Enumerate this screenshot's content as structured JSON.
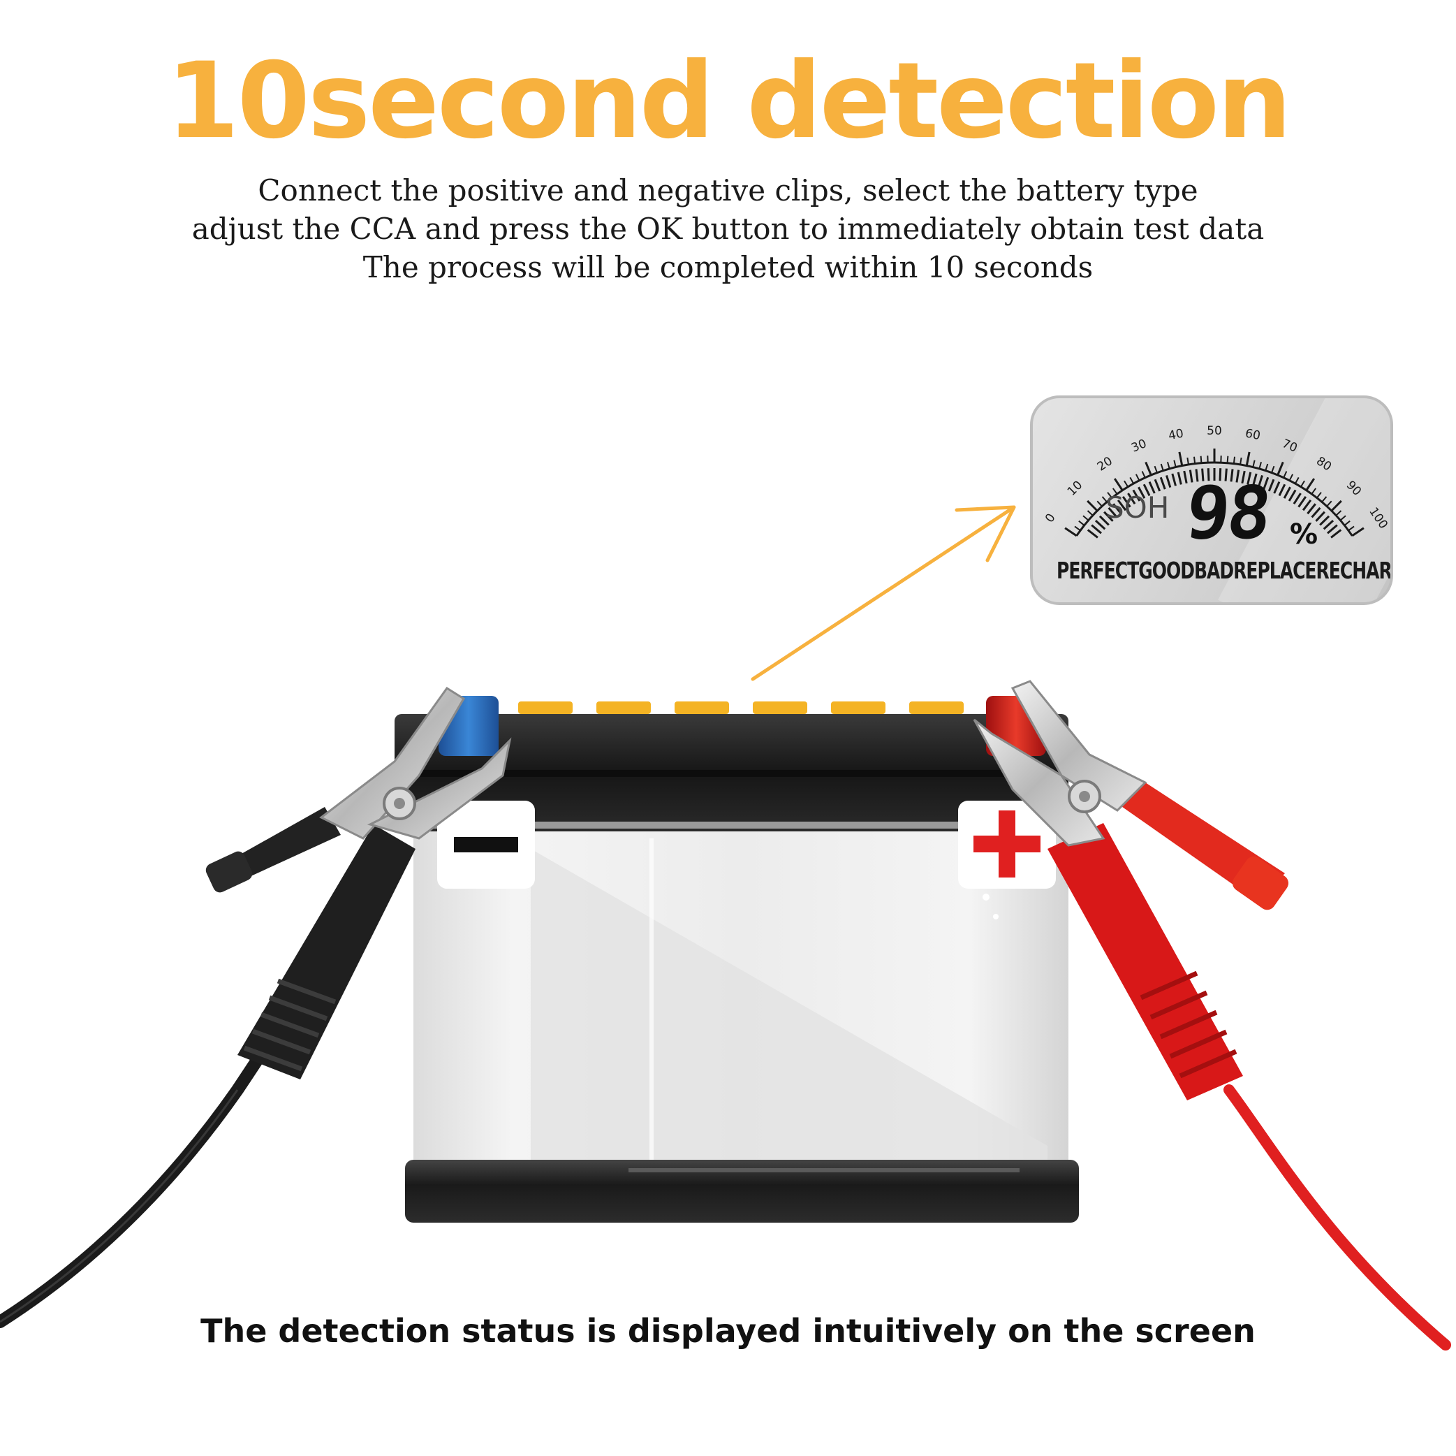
{
  "header": {
    "title_number": "10",
    "title_rest": "second detection",
    "subtitle_lines": [
      "Connect the positive and negative clips, select the battery type",
      "adjust the CCA and press the OK button to immediately obtain test data",
      "The process will be completed within 10 seconds"
    ]
  },
  "display": {
    "gauge_ticks": [
      "0",
      "10",
      "20",
      "30",
      "40",
      "50",
      "60",
      "70",
      "80",
      "90",
      "100"
    ],
    "soh_label": "SOH",
    "soh_value": "98",
    "soh_unit": "%",
    "status_labels": [
      "PERFECT",
      "GOOD",
      "BAD",
      "REPLACE",
      "RECHARGE"
    ]
  },
  "battery": {
    "negative_sign": "−",
    "positive_sign": "+"
  },
  "caption": "The detection status is displayed intuitively on the screen",
  "colors": {
    "accent": "#F7B13E",
    "positive": "#E02020",
    "negative_terminal": "#2A6FC0",
    "clamp_black": "#1E1E1E"
  }
}
